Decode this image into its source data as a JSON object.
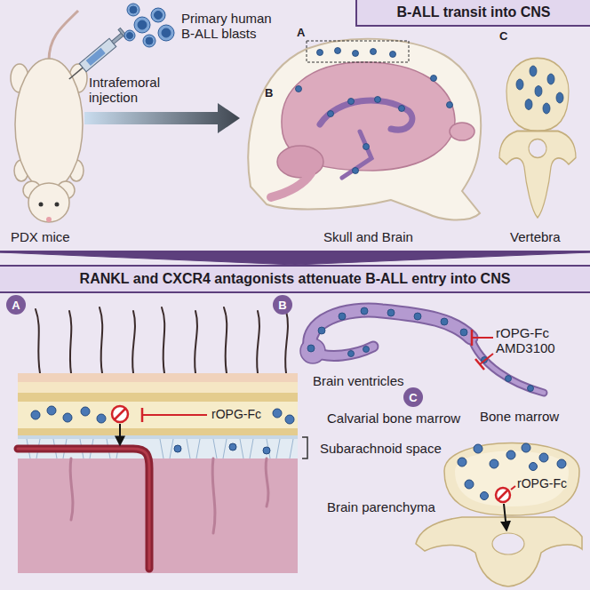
{
  "diagram": {
    "nodes": [
      {
        "text": [
          "B-ALL transit into CNS"
        ]
      },
      {
        "text": [
          "RANKL and CXCR4 antagonists attenuate B-ALL entry into CNS"
        ]
      },
      {
        "text": [
          "A"
        ],
        "in": 1
      },
      {
        "text": [
          "B"
        ],
        "in": 1
      },
      {
        "text": [
          "C"
        ],
        "in": 1
      }
    ],
    "edges": [
      {
        "from": 0,
        "to": 1,
        "arrow": "to"
      }
    ],
    "labels": [
      "Primary human B-ALL blasts",
      "Intrafemoral injection",
      "PDX mice",
      "A",
      "B",
      "C",
      "Skull and Brain",
      "Vertebra",
      "rOPG-Fc",
      "Calvarial bone marrow",
      "Subarachnoid space",
      "Brain parenchyma",
      "rOPG-Fc AMD3100",
      "Brain ventricles",
      "Bone marrow",
      "rOPG-Fc"
    ]
  }
}
